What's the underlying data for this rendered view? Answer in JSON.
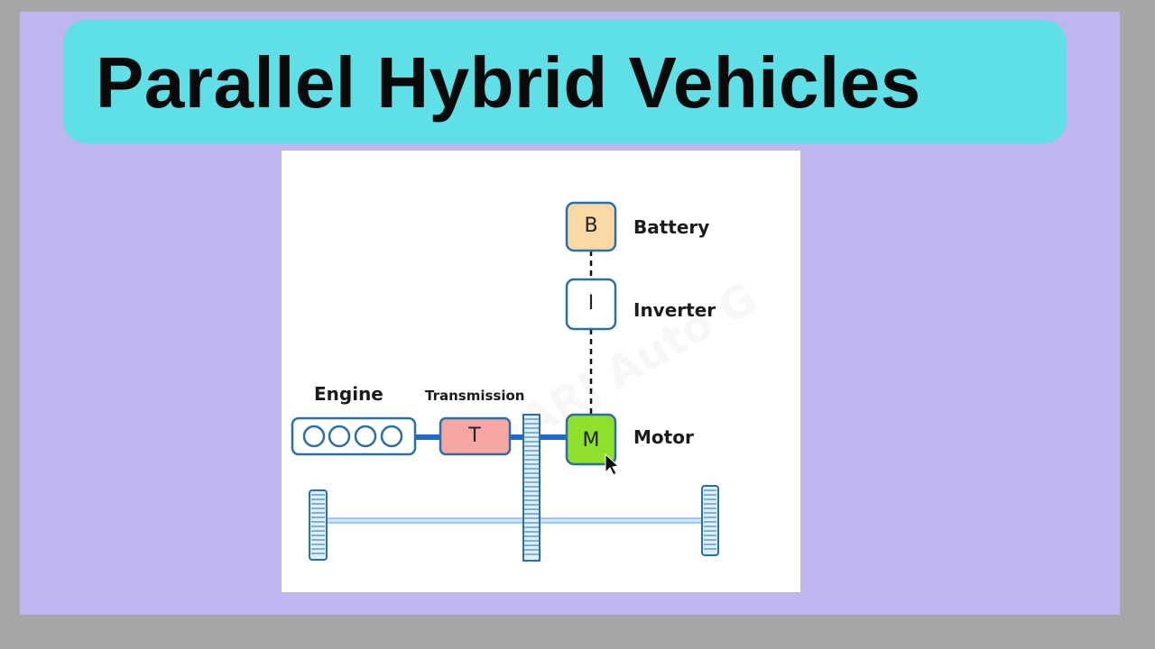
{
  "title": "Parallel Hybrid Vehicles",
  "watermark": "ARJ Auto G",
  "components": {
    "battery": {
      "letter": "B",
      "label": "Battery"
    },
    "inverter": {
      "letter": "I",
      "label": "Inverter"
    },
    "motor": {
      "letter": "M",
      "label": "Motor"
    },
    "engine": {
      "label": "Engine"
    },
    "transmission": {
      "letter": "T",
      "label": "Transmission"
    }
  },
  "colors": {
    "slide_bg": "#beb6ee",
    "banner_bg": "#5ee0e6",
    "battery_fill": "#fad9a6",
    "transmission_fill": "#f7a6a6",
    "motor_fill": "#8ee02a",
    "outline": "#2a6fa6",
    "shaft": "#1a6ad4"
  }
}
